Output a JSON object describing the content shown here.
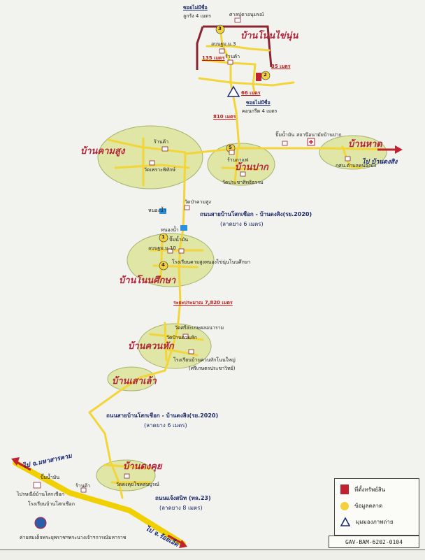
{
  "villages": {
    "non_khai_nun": "บ้านโนนไข่นุ่น",
    "kham_sung": "บ้านคามสูง",
    "pak": "บ้านปาก",
    "hat": "บ้านหาด",
    "non_sikha": "บ้านโนนศึกษา",
    "khuan_hak": "บ้านควนหัก",
    "sao_lao": "บ้านเสาเล้า",
    "dong_khui": "บ้านดงคุย"
  },
  "labels": {
    "alley_top": "ซอยไม่มีชื่อ",
    "alley_top_sub": "ลูกรัง 4 เมตร",
    "shrine": "ศาลปู่ตาอนุมรณ์",
    "office_top": "อบนฐม.ม.3",
    "shop_top": "ร้านค้า",
    "m135": "135 เมตร",
    "m35": "35 เมตร",
    "m66": "66 เมตร",
    "alley_mid": "ซอยไม่มีชื่อ",
    "alley_mid_sub": "คอนกรีต 4 เมตร",
    "m810": "810 เมตร",
    "gas_pak": "ปั๊มน้ำมัน",
    "health": "สถานีอนามัยบ้านปาก",
    "shop_kham": "ร้านค้า",
    "temple_kham": "วัดเพราะพิทักษ์",
    "coffee": "ร้านกาแฟ",
    "temple_pak": "วัดประชาสิทธิธรรม",
    "school_hat": "กศน.ตำบลหนองนั่ง",
    "temple_kham2": "วัดป่าคามสูง",
    "water_top": "หนองน้ำ",
    "water_bot": "หนองน้ำ",
    "gas_sikha": "ปั๊มน้ำมัน",
    "office_sikha": "อบนฐม.ม.10",
    "school_sikha": "โรงเรียนคามสูงหนองไข่นุ่นโนนศึกษา",
    "distance": "ระยะประมาณ 7,820 เมตร",
    "temple_khuan1": "วัดศรีสะเกษคลอนาราม",
    "temple_khuan2": "วัดบ้านควนหัก",
    "school_khuan": "โรงเรียนบ้านควนหักโนนใหญ่",
    "school_khuan_sub": "(ศรีเกษตรประชาวิทย์)",
    "gas_dong": "ปั๊มน้ำมัน",
    "shop_dong": "ร้านค้า",
    "temple_dong": "วัดดงคุยโชคสมบูรณ์",
    "post": "ไปรษณีย์บ้านโสกเชือก",
    "school_sok": "โรงเรียนบ้านโสกเชือก",
    "hospital": "ค่ายสมเด็จพระยุพราชฯพระนางเจ้าฯการณ์มหาราช"
  },
  "roads": {
    "main_title": "ถนนสายบ้านโสกเชือก - บ้านดงสิง(รย.2020)",
    "main_sub": "(ลาดยาง 6 เมตร)",
    "south_title": "ถนนสายบ้านโสกเชือก - บ้านดงสิง(รย.2020)",
    "south_sub": "(ลาดยาง 6 เมตร)",
    "highway_title": "ถนนแจ้งสนิท (ทล.23)",
    "highway_sub": "(ลาดยาง 8 เมตร)"
  },
  "directions": {
    "to_dong_sing": "ไป บ้านดงสิง",
    "to_mahasarakham": "ไป จ.มหาสารคาม",
    "to_roi_et": "ไป จ.ร้อยเอ็ด"
  },
  "markers": [
    "1",
    "2",
    "3",
    "4",
    "5"
  ],
  "legend": {
    "property": "ที่ตั้งทรัพย์สิน",
    "market_data": "ข้อมูลตลาด",
    "view_angle": "มุมมองภาพถ่าย"
  },
  "doc_code": "GAV-BAM-6202-0104",
  "colors": {
    "road": "#f2d53a",
    "village_fill": "#dfe6a6",
    "property": "#c0232f",
    "highway": "#f0d000",
    "village_text": "#b2243a",
    "road_text": "#1a2a6a"
  }
}
